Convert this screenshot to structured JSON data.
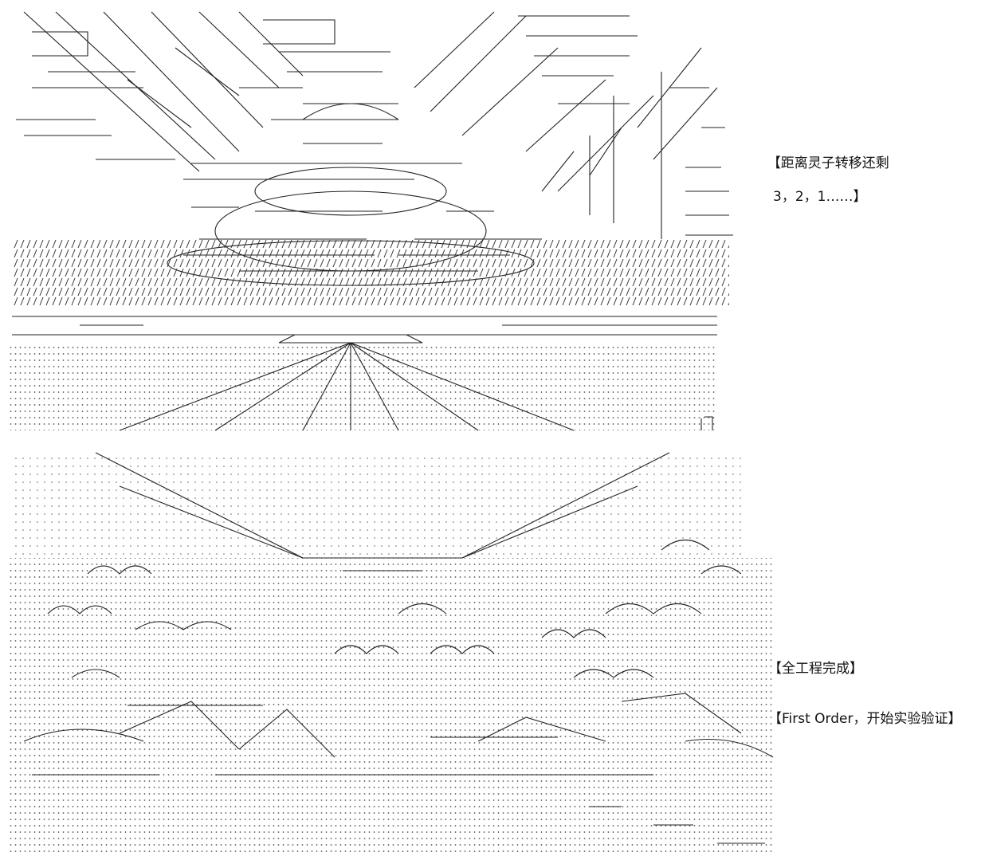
{
  "captions": {
    "top_line1": "【距离灵子转移还剩",
    "top_line2": "3，2，1……】",
    "bottom_line1": "【全工程完成】",
    "bottom_line2": "【First Order，开始实验验证】"
  },
  "colors": {
    "ink": "#1a1a1a",
    "background": "#ffffff"
  }
}
